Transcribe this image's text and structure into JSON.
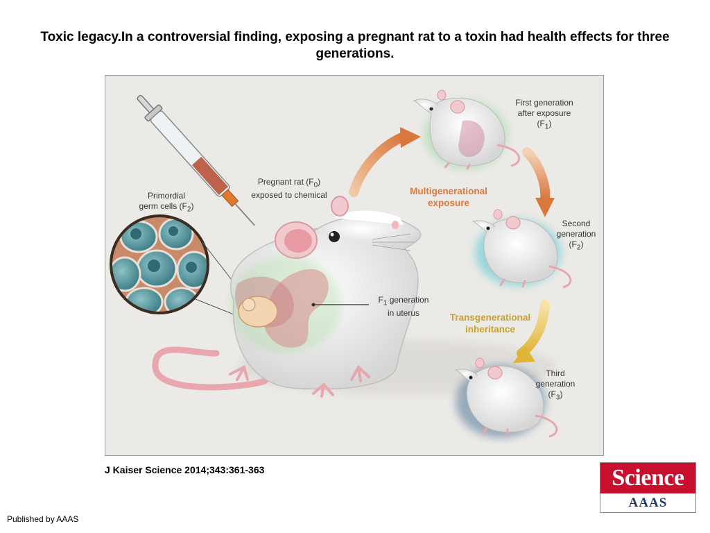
{
  "slide": {
    "title": "Toxic legacy.In a controversial finding, exposing a pregnant rat to a toxin had health effects for three generations.",
    "citation": "J Kaiser Science 2014;343:361-363",
    "publisher": "Published by AAAS"
  },
  "figure": {
    "labels": {
      "primordial_1": "Primordial",
      "primordial_2": "germ cells (F",
      "primordial_sub": "2",
      "pregnant_1": "Pregnant rat (F",
      "pregnant_sub": "0",
      "pregnant_2": "exposed to chemical",
      "f1gen_pre": "F",
      "f1gen_sub": "1",
      "f1gen_1": " generation",
      "f1gen_2": "in uterus",
      "first_1": "First generation",
      "first_2": "after exposure",
      "first_pre": "(F",
      "first_sub": "1",
      "second_1": "Second",
      "second_2": "generation",
      "second_pre": "(F",
      "second_sub": "2",
      "third_1": "Third",
      "third_2": "generation",
      "third_pre": "(F",
      "third_sub": "3",
      "close_paren": ")",
      "multi_1": "Multigenerational",
      "multi_2": "exposure",
      "trans_1": "Transgenerational",
      "trans_2": "inheritance"
    },
    "colors": {
      "multigenerational": "#d9773c",
      "transgenerational": "#c9a02f",
      "f1_glow": "#9fd9a8",
      "f2_glow": "#5fc9d6",
      "f3_glow": "#2f5f8a"
    }
  },
  "logo": {
    "top": "Science",
    "bottom": "AAAS"
  }
}
